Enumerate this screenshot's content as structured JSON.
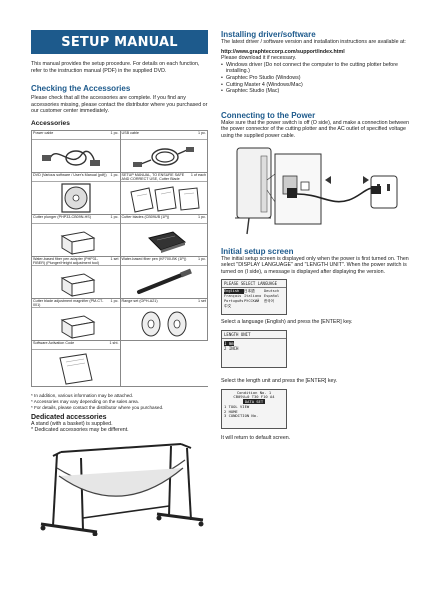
{
  "banner": "SETUP MANUAL",
  "intro": "This manual provides the setup procedure. For details on each function, refer to the instruction manual (PDF) in the supplied DVD.",
  "checking": {
    "heading": "Checking the Accessories",
    "text": "Please check that all the accessories are complete. If you find any accessories missing, please contact the distributor where you purchased or our customer center immediately.",
    "sub": "Accessories"
  },
  "accessories": [
    {
      "label": "Power cable",
      "qty": "1 pc.",
      "icon": "power-cable-icon"
    },
    {
      "label": "USB cable",
      "qty": "1 pc.",
      "icon": "usb-cable-icon"
    },
    {
      "label": "DVD (Various software / User's Manual (pdf))",
      "qty": "1 pc.",
      "icon": "dvd-icon"
    },
    {
      "label": "SETUP MANUAL, TO ENSURE SAFE AND CORRECT USE, Cutter Blade Manual",
      "qty": "1 of each",
      "icon": "manuals-icon"
    },
    {
      "label": "Cutter plunger (PHP33-CB09N-HS)",
      "qty": "1 pc.",
      "icon": "cutter-plunger-box-icon"
    },
    {
      "label": "Cutter blades (CB09UB (1P))",
      "qty": "1 pc.",
      "icon": "cutter-blade-pack-icon"
    },
    {
      "label": "Water-based fiber pen adapter (PHP31-FIBER) (Plunger/Height adjustment tool)",
      "qty": "1 set",
      "icon": "pen-adapter-box-icon"
    },
    {
      "label": "Water-based fiber pen (KF700-BK (1P))",
      "qty": "1 pc.",
      "icon": "fiber-pen-icon"
    },
    {
      "label": "Cutter blade adjustment magnifier (PM-CT-001)",
      "qty": "1 pc.",
      "icon": "magnifier-box-icon"
    },
    {
      "label": "Range set (OPH-A21)",
      "qty": "1 set",
      "icon": "roll-flanges-icon"
    },
    {
      "label": "Software Activation Code",
      "qty": "1 sht.",
      "icon": "activation-sheet-icon"
    }
  ],
  "notes": [
    "* In addition, various information may be attached.",
    "* Accessories may vary depending on the sales area.",
    "* For details, please contact the distributor where you purchased."
  ],
  "dedicated": {
    "heading": "Dedicated accessories",
    "lines": [
      "A stand (with a basket) is supplied.",
      "* Dedicated accessories may be different."
    ]
  },
  "install": {
    "heading": "Installing driver/software",
    "text": "The latest driver / software version and installation instructions are available at:",
    "url": "http://www.graphteccorp.com/support/index.html",
    "download": "Please download it if necessary.",
    "items": [
      "Windows driver (Do not connect the computer to the cutting plotter before installing.)",
      "Graphtec Pro Studio (Windows)",
      "Cutting Master 4 (Windows/Mac)",
      "Graphtec Studio (Mac)"
    ]
  },
  "power": {
    "heading": "Connecting to the Power",
    "text": "Make sure that the power switch is off (O side), and make a connection between the power connector of the cutting plotter and the AC outlet of specified voltage using the supplied power cable."
  },
  "initial": {
    "heading": "Initial setup screen",
    "text": "The initial setup screen is displayed only when the power is first turned on. Then select \"DISPLAY LANGUAGE\" and \"LENGTH UNIT\". When the power switch is turned on (I side), a message is displayed after displaying the version.",
    "lcd1": {
      "title": "PLEASE SELECT LANGUAGE",
      "langs": [
        "English",
        "日本語",
        "Deutsch",
        "Français",
        "Italiano",
        "Español",
        "Português",
        "РУССКИЙ",
        "한국어",
        "中文"
      ]
    },
    "step1": "Select a language (English) and press the [ENTER] key.",
    "lcd2": {
      "title": "LENGTH UNIT",
      "options": [
        "1  mm",
        "2  INCH"
      ]
    },
    "step2": "Select the length unit and press the [ENTER] key.",
    "lcd3": {
      "line1": "Condition No. 1",
      "line2": "CB09U+0 T30 F10 A4",
      "line3": "DATA SET",
      "menu": [
        "1 TOOL VIEW",
        "2 HOME",
        "3 CONDITION No."
      ]
    },
    "step3": "It will return to default screen."
  }
}
